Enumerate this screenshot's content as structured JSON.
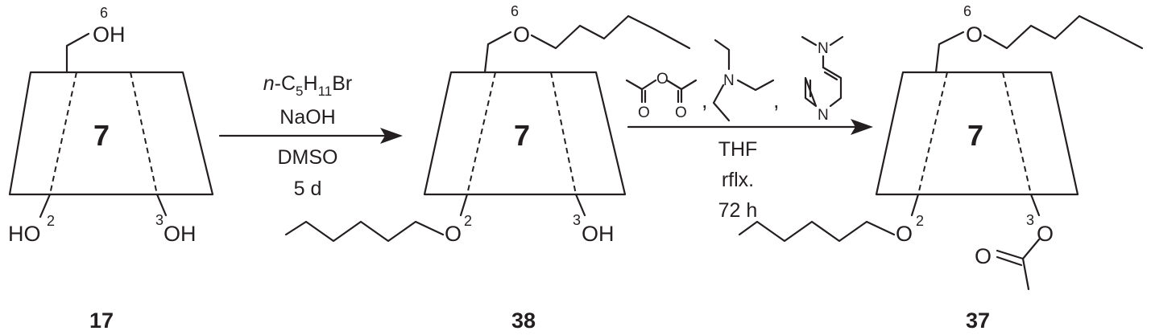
{
  "compounds": [
    {
      "id": "17",
      "ring_count": "7",
      "o6": "OH",
      "o6_pos": "6",
      "o2_label": "HO",
      "o2_pos": "2",
      "o3_label": "OH",
      "o3_pos": "3"
    },
    {
      "id": "38",
      "ring_count": "7",
      "o6": "O",
      "o6_pos": "6",
      "o2_label": "O",
      "o2_pos": "2",
      "o3_label": "OH",
      "o3_pos": "3"
    },
    {
      "id": "37",
      "ring_count": "7",
      "o6": "O",
      "o6_pos": "6",
      "o2_label": "O",
      "o2_pos": "2",
      "o3_label": "O",
      "o3_pos": "3",
      "carbonyl_o": "O"
    }
  ],
  "step1": {
    "reagent_prefix": "n",
    "reagent_main": "-C",
    "reagent_sub1": "5",
    "reagent_h": "H",
    "reagent_sub2": "11",
    "reagent_tail": "Br",
    "base": "NaOH",
    "solvent": "DMSO",
    "time": "5 d"
  },
  "step2": {
    "anhydride_o_bridge": "O",
    "anhydride_o_left": "O",
    "anhydride_o_right": "O",
    "amine_n": "N",
    "dmap_n_top": "N",
    "dmap_n_ring": "N",
    "sep1": ",",
    "sep2": ",",
    "solvent": "THF",
    "temperature": "rflx.",
    "time": "72 h"
  }
}
